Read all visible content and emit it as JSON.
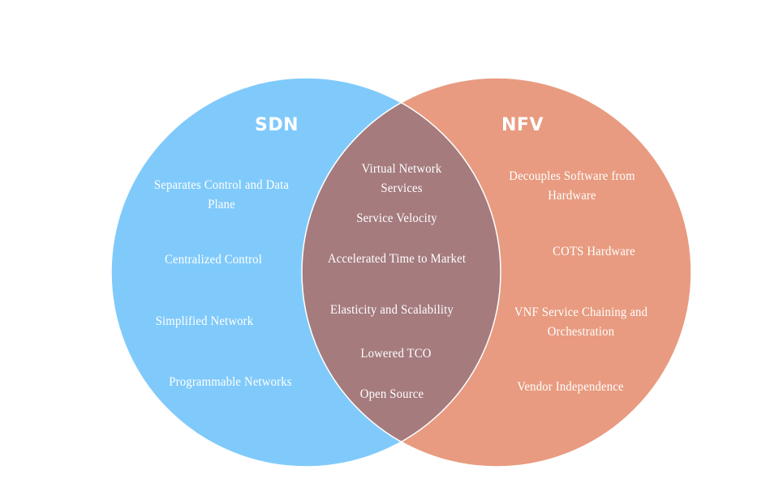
{
  "colors": {
    "sdn": "#80CAFB",
    "nfv": "#E89B80",
    "overlap": "#A57B7E",
    "outline": "#ffffff",
    "text": "#ffffff"
  },
  "sdn": {
    "title": "SDN",
    "items": [
      "Separates Control and Data Plane",
      "Centralized Control",
      "Simplified Network",
      "Programmable Networks"
    ]
  },
  "nfv": {
    "title": "NFV",
    "items": [
      "Decouples Software from Hardware",
      "COTS Hardware",
      "VNF Service Chaining and Orchestration",
      "Vendor Independence"
    ]
  },
  "overlap": {
    "items": [
      "Virtual Network Services",
      "Service Velocity",
      "Accelerated Time to Market",
      "Elasticity and Scalability",
      "Lowered TCO",
      "Open Source"
    ]
  }
}
